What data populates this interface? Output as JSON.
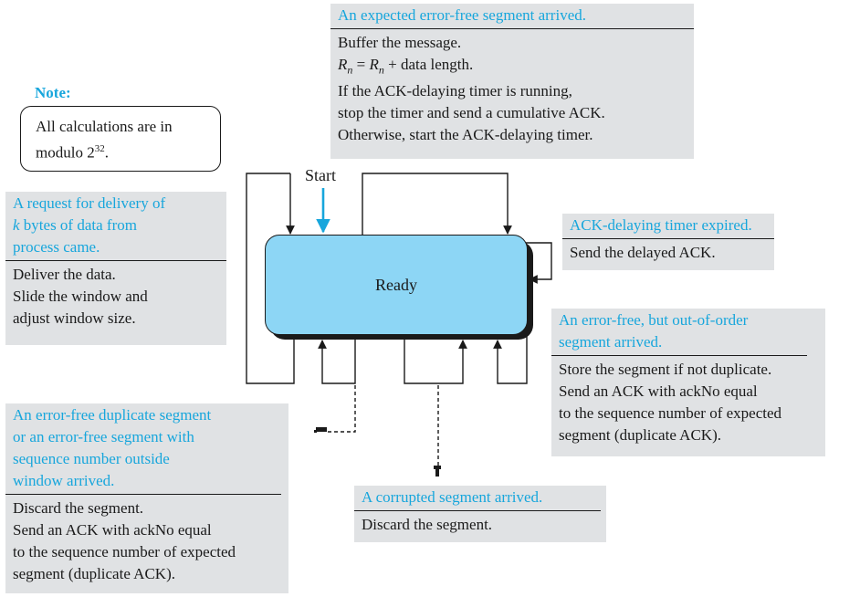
{
  "note": {
    "title": "Note:",
    "text": "All calculations are in modulo 2",
    "exponent": "32",
    "suffix": "."
  },
  "diagram": {
    "start_label": "Start",
    "state_label": "Ready",
    "colors": {
      "event_text": "#17a6dc",
      "state_fill": "#8dd6f5",
      "start_arrow": "#17a6dc",
      "box_fill": "#e0e2e4"
    }
  },
  "transitions": {
    "expected_segment": {
      "event": "An expected error-free segment arrived.",
      "actions": [
        "Buffer the message.",
        "Rn = Rn + data length.",
        "If the ACK-delaying timer is running,",
        "stop the timer and send a cumulative ACK.",
        "Otherwise, start the ACK-delaying timer."
      ],
      "var": "R",
      "sub": "n",
      "eq": " = ",
      "plus": " + data length."
    },
    "delivery_request": {
      "event": [
        "A request for delivery of",
        "k bytes of data from",
        "process came."
      ],
      "event_var": "k",
      "event_rest": " bytes of data from",
      "actions": [
        "Deliver the data.",
        "Slide the window and",
        "adjust window size."
      ]
    },
    "timer_expired": {
      "event": "ACK-delaying timer expired.",
      "actions": [
        "Send the delayed ACK."
      ]
    },
    "out_of_order": {
      "event": [
        "An error-free, but out-of-order",
        "segment arrived."
      ],
      "actions": [
        "Store the segment if not duplicate.",
        "Send an ACK with ackNo equal",
        "to the sequence number of expected",
        "segment (duplicate ACK)."
      ]
    },
    "duplicate_segment": {
      "event": [
        "An error-free duplicate segment",
        "or an error-free segment with",
        "sequence number outside",
        "window arrived."
      ],
      "actions": [
        "Discard the segment.",
        "Send an ACK with ackNo equal",
        "to the sequence number of expected",
        "segment (duplicate ACK)."
      ]
    },
    "corrupted_segment": {
      "event": "A corrupted segment arrived.",
      "actions": [
        "Discard the segment."
      ]
    }
  }
}
